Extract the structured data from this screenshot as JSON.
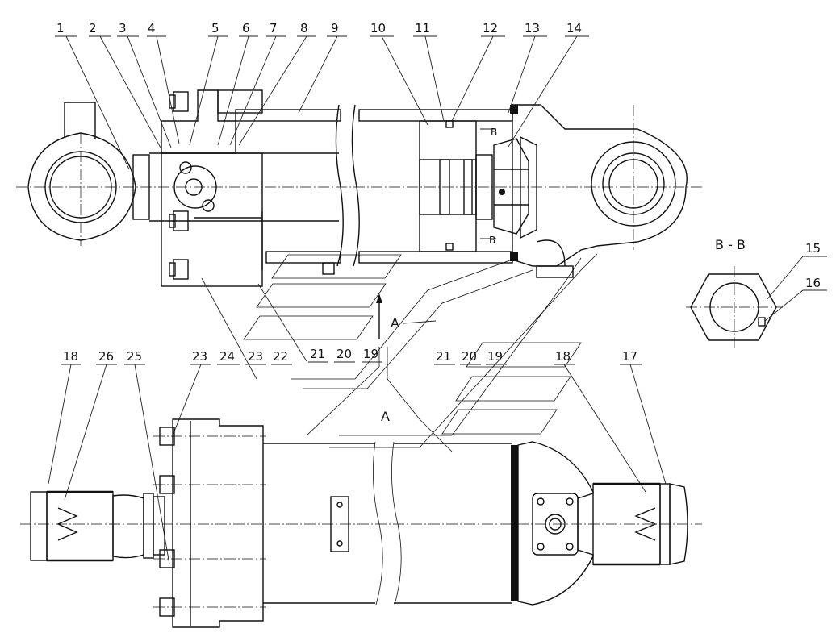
{
  "callouts_top": [
    {
      "id": "c1",
      "text": "1"
    },
    {
      "id": "c2",
      "text": "2"
    },
    {
      "id": "c3",
      "text": "3"
    },
    {
      "id": "c4",
      "text": "4"
    },
    {
      "id": "c5",
      "text": "5"
    },
    {
      "id": "c6",
      "text": "6"
    },
    {
      "id": "c7",
      "text": "7"
    },
    {
      "id": "c8",
      "text": "8"
    },
    {
      "id": "c9",
      "text": "9"
    },
    {
      "id": "c10",
      "text": "10"
    },
    {
      "id": "c11",
      "text": "11"
    },
    {
      "id": "c12",
      "text": "12"
    },
    {
      "id": "c13",
      "text": "13"
    },
    {
      "id": "c14",
      "text": "14"
    }
  ],
  "callouts_section": [
    {
      "id": "c15",
      "text": "15"
    },
    {
      "id": "c16",
      "text": "16"
    }
  ],
  "callouts_middle": [
    {
      "id": "m21a",
      "text": "21"
    },
    {
      "id": "m20a",
      "text": "20"
    },
    {
      "id": "m19a",
      "text": "19"
    },
    {
      "id": "m18l",
      "text": "18"
    },
    {
      "id": "m26",
      "text": "26"
    },
    {
      "id": "m25",
      "text": "25"
    },
    {
      "id": "m23a",
      "text": "23"
    },
    {
      "id": "m24",
      "text": "24"
    },
    {
      "id": "m23b",
      "text": "23"
    },
    {
      "id": "m22",
      "text": "22"
    },
    {
      "id": "m21b",
      "text": "21"
    },
    {
      "id": "m20b",
      "text": "20"
    },
    {
      "id": "m19b",
      "text": "19"
    },
    {
      "id": "m18r",
      "text": "18"
    },
    {
      "id": "m17",
      "text": "17"
    }
  ],
  "labels": {
    "section_title": "B - B",
    "view_arrow": "A",
    "view_title": "A",
    "section_mark_top": "B",
    "section_mark_bottom": "B"
  }
}
